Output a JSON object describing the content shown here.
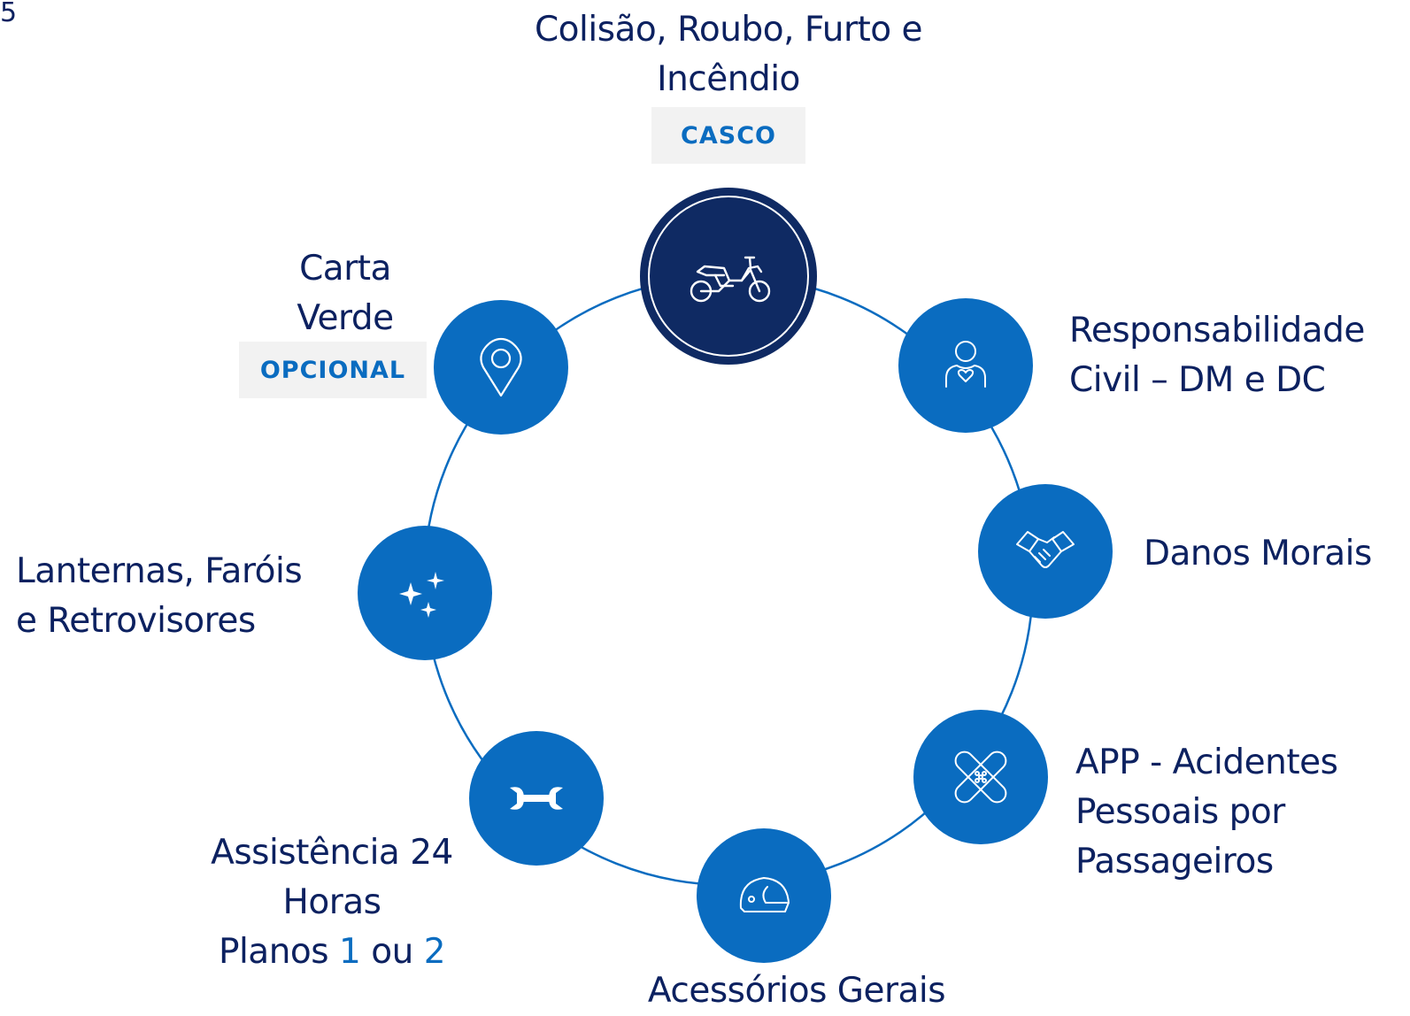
{
  "corner_glyph": "5",
  "colors": {
    "node_fill": "#0a6cc0",
    "main_node_fill": "#0f2a63",
    "ring_stroke": "#0a6cc0",
    "text": "#0c2160",
    "badge_bg": "#f2f2f2",
    "badge_text": "#0a6cc0"
  },
  "top": {
    "line1": "Colisão, Roubo, Furto e",
    "line2": "Incêndio",
    "badge": "CASCO",
    "icon": "motorcycle-icon"
  },
  "items": {
    "responsabilidade": {
      "line1": "Responsabilidade",
      "line2": "Civil – DM e DC",
      "icon": "person-heart-icon"
    },
    "danos": {
      "line1": "Danos Morais",
      "icon": "handshake-icon"
    },
    "app": {
      "line1": "APP - Acidentes",
      "line2": "Pessoais por",
      "line3": "Passageiros",
      "icon": "bandage-icon"
    },
    "acessorios": {
      "line1": "Acessórios Gerais",
      "icon": "helmet-icon"
    },
    "assistencia": {
      "line1": "Assistência 24",
      "line2": "Horas",
      "line3_prefix": "Planos ",
      "line3_num1": "1",
      "line3_mid": " ou ",
      "line3_num2": "2",
      "icon": "wrench-icon"
    },
    "lanternas": {
      "line1": "Lanternas, Faróis",
      "line2": "e Retrovisores",
      "icon": "sparkles-icon"
    },
    "carta": {
      "line1": "Carta",
      "line2": "Verde",
      "badge": "OPCIONAL",
      "icon": "location-pin-icon"
    }
  }
}
